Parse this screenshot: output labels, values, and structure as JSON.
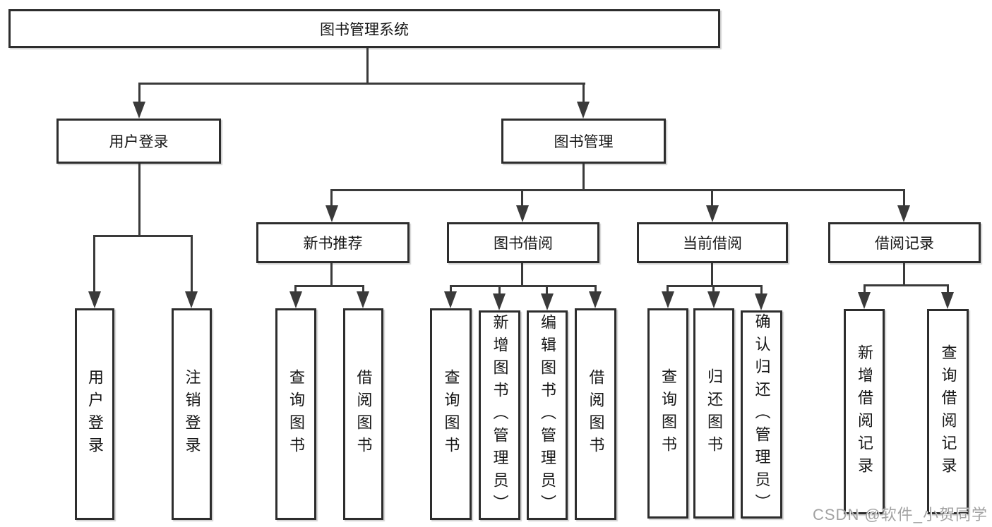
{
  "diagram_type": "function-structure-tree",
  "colors": {
    "background": "#ffffff",
    "box_border": "#2d2d2d",
    "connector_line": "#3a3a3a",
    "text": "#161616",
    "watermark": "#a2a2a2"
  },
  "watermark": {
    "text": "CSDN @软件_小贺同学"
  },
  "tree": {
    "label": "图书管理系统",
    "children": [
      {
        "label": "用户登录",
        "children": [
          {
            "label": "用户登录"
          },
          {
            "label": "注销登录"
          }
        ]
      },
      {
        "label": "图书管理",
        "children": [
          {
            "label": "新书推荐",
            "children": [
              {
                "label": "查询图书"
              },
              {
                "label": "借阅图书"
              }
            ]
          },
          {
            "label": "图书借阅",
            "children": [
              {
                "label": "查询图书"
              },
              {
                "label": "新增图书（管理员）"
              },
              {
                "label": "编辑图书（管理员）"
              },
              {
                "label": "借阅图书"
              }
            ]
          },
          {
            "label": "当前借阅",
            "children": [
              {
                "label": "查询图书"
              },
              {
                "label": "归还图书"
              },
              {
                "label": "确认归还（管理员）"
              }
            ]
          },
          {
            "label": "借阅记录",
            "children": [
              {
                "label": "新增借阅记录"
              },
              {
                "label": "查询借阅记录"
              }
            ]
          }
        ]
      }
    ]
  }
}
